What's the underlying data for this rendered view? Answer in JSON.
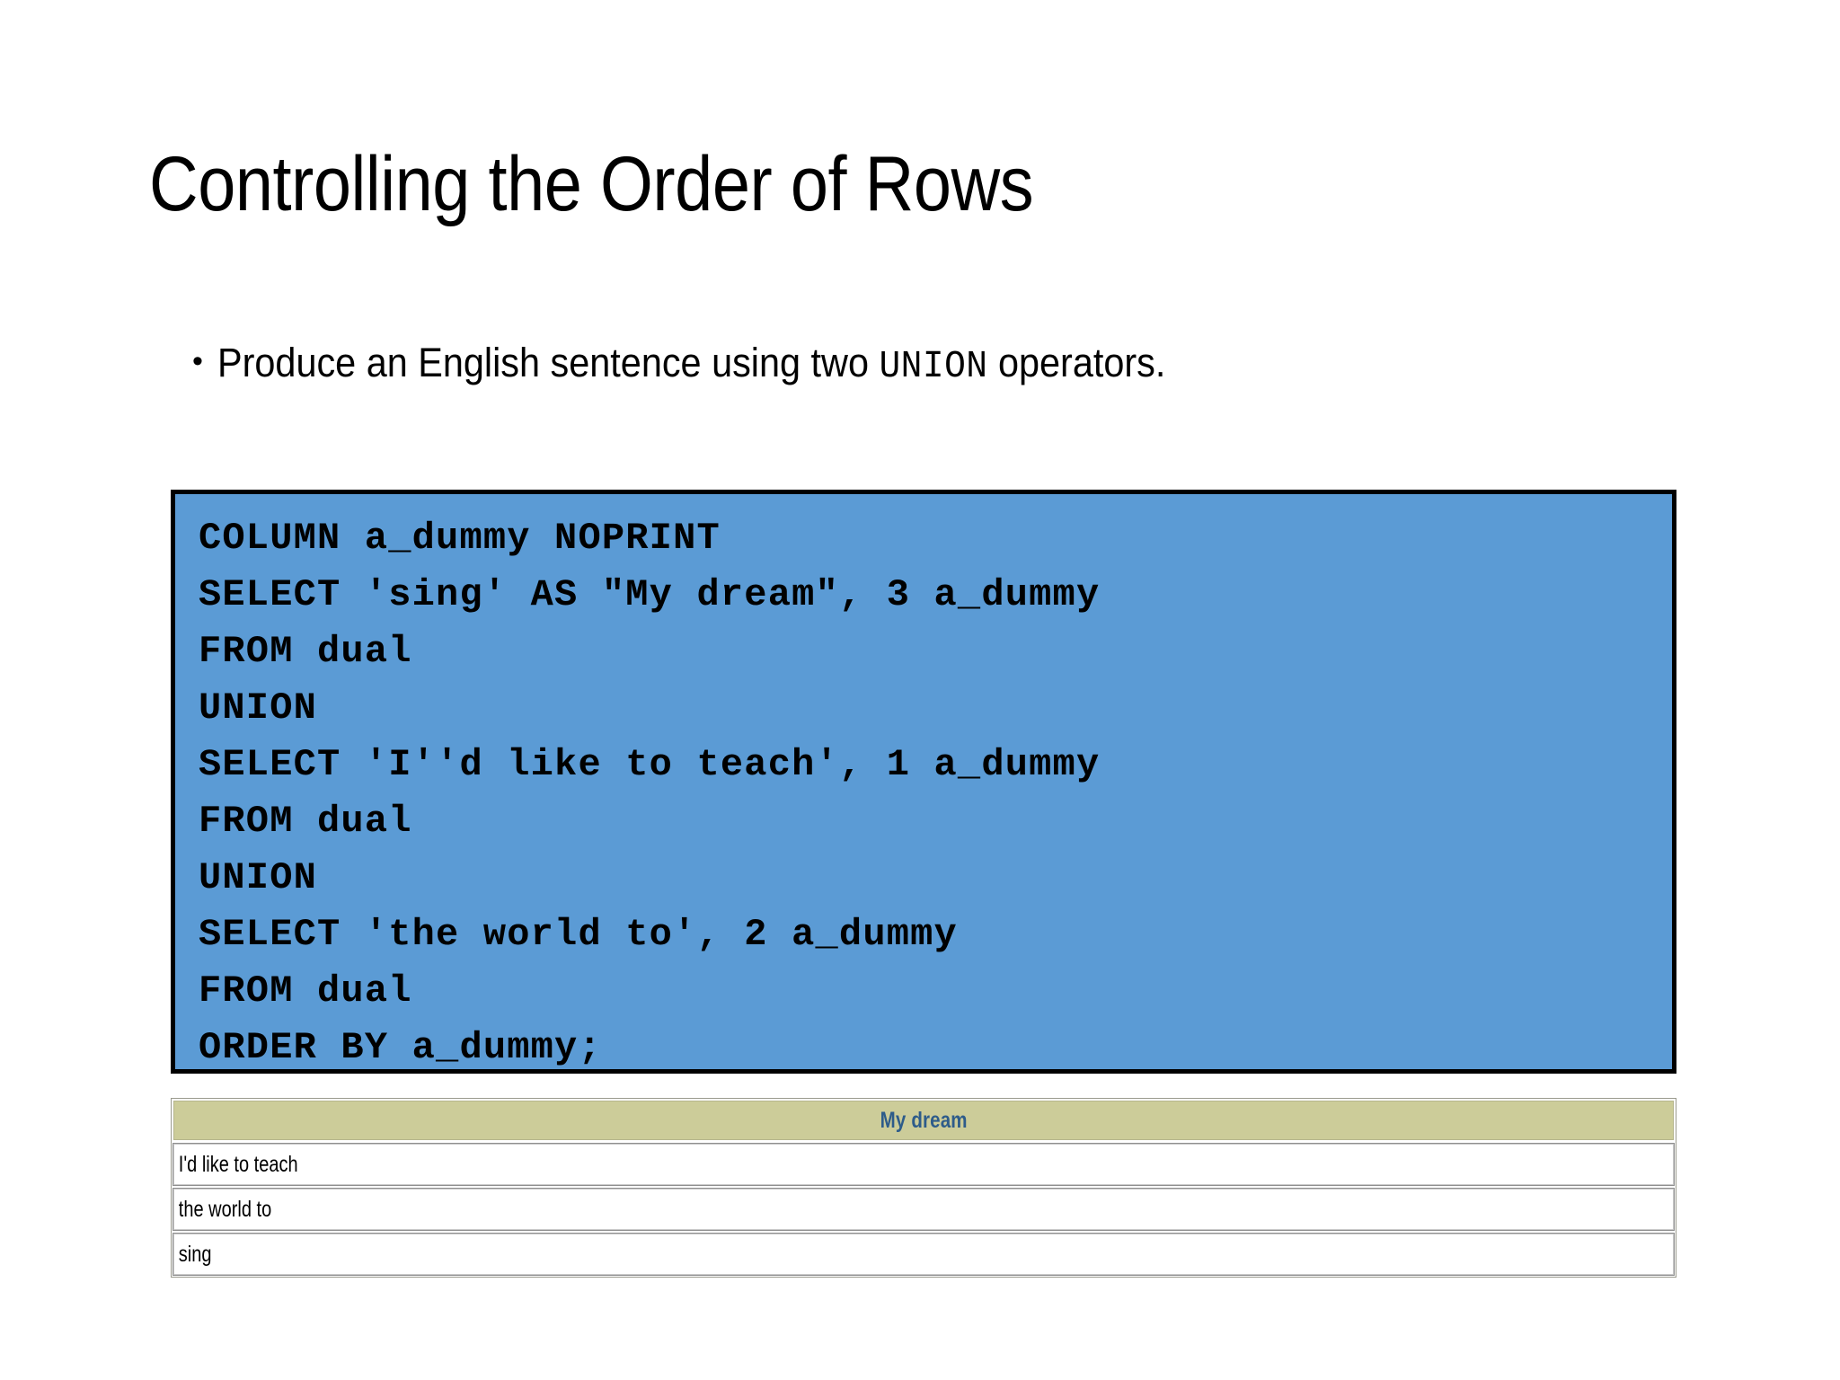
{
  "slide": {
    "title": "Controlling the Order of Rows",
    "bullet": {
      "marker": "•",
      "text_before": "Produce an English sentence using two ",
      "mono_term": "UNION",
      "text_after": " operators."
    }
  },
  "code_block": {
    "background_color": "#5B9BD5",
    "border_color": "#000000",
    "lines": [
      "COLUMN a_dummy NOPRINT",
      "SELECT 'sing' AS \"My dream\", 3 a_dummy",
      "FROM dual",
      "UNION",
      "SELECT 'I''d like to teach', 1 a_dummy",
      "FROM dual",
      "UNION",
      "SELECT 'the world to', 2 a_dummy",
      "FROM dual",
      "ORDER BY a_dummy;"
    ]
  },
  "result_table": {
    "header_background_color": "#CCCC99",
    "header_text_color": "#2E5C8A",
    "columns": [
      "My dream"
    ],
    "rows": [
      [
        "I'd like to teach"
      ],
      [
        "the world to"
      ],
      [
        "sing"
      ]
    ]
  }
}
